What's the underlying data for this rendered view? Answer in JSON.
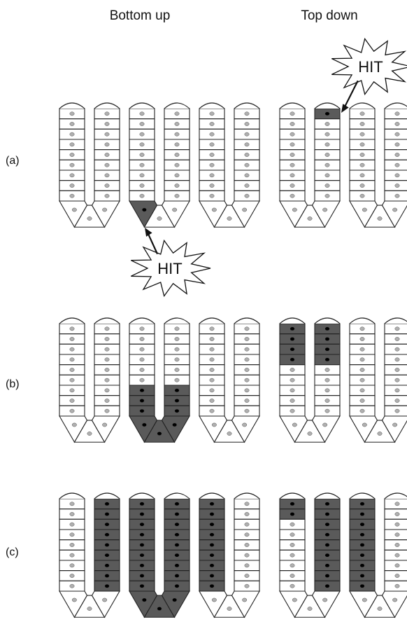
{
  "columns": [
    {
      "id": "bottom-up",
      "label": "Bottom up"
    },
    {
      "id": "top-down",
      "label": "Top down"
    }
  ],
  "rows": [
    {
      "id": "a",
      "label": "(a)"
    },
    {
      "id": "b",
      "label": "(b)"
    },
    {
      "id": "c",
      "label": "(c)"
    }
  ],
  "hit_label": "HIT",
  "colors": {
    "cell_fill": "#ffffff",
    "cell_stroke": "#222222",
    "nucleus_normal": "#b0b0b0",
    "affected_fill": "#5a5a5a",
    "nucleus_affected": "#000000"
  },
  "panels": [
    {
      "row": "a",
      "col": "bottom-up",
      "shape": "double",
      "affected": "single-bottom",
      "hit": "below"
    },
    {
      "row": "a",
      "col": "top-down",
      "shape": "single",
      "affected": "single-top",
      "hit": "above"
    },
    {
      "row": "b",
      "col": "bottom-up",
      "shape": "double",
      "affected": "base-u",
      "hit": "none"
    },
    {
      "row": "b",
      "col": "top-down",
      "shape": "single",
      "affected": "top-cap",
      "hit": "none"
    },
    {
      "row": "c",
      "col": "bottom-up",
      "shape": "double",
      "affected": "center-w",
      "hit": "none"
    },
    {
      "row": "c",
      "col": "top-down",
      "shape": "single",
      "affected": "s-band",
      "hit": "none"
    }
  ]
}
